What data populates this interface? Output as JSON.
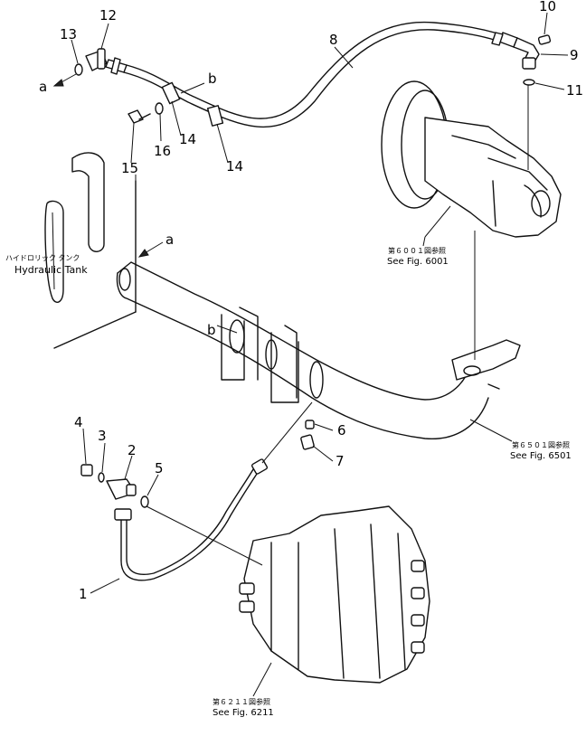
{
  "callouts": {
    "n1": "1",
    "n2": "2",
    "n3": "3",
    "n4": "4",
    "n5": "5",
    "n6": "6",
    "n7": "7",
    "n8": "8",
    "n9": "9",
    "n10": "10",
    "n11": "11",
    "n12": "12",
    "n13": "13",
    "n14a": "14",
    "n14b": "14",
    "n15": "15",
    "n16": "16"
  },
  "letters": {
    "a_top": "a",
    "b_top": "b",
    "a_tank": "a",
    "b_pipe": "b"
  },
  "hydraulic_tank": {
    "jp": "ハイドロリック タンク",
    "en": "Hydraulic Tank"
  },
  "refs": {
    "fig6001": {
      "jp": "第６００１図参照",
      "en": "See Fig. 6001"
    },
    "fig6501": {
      "jp": "第６５０１図参照",
      "en": "See Fig. 6501"
    },
    "fig6211": {
      "jp": "第６２１１図参照",
      "en": "See Fig. 6211"
    }
  }
}
